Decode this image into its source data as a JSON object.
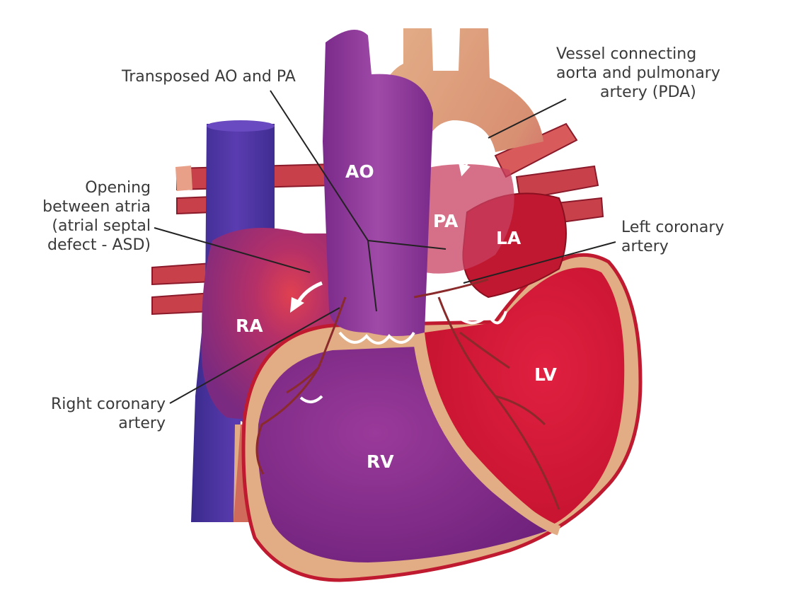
{
  "labels": {
    "transposed": "Transposed AO and PA",
    "vessel_line1": "Vessel connecting",
    "vessel_line2": "aorta and pulmonary",
    "vessel_line3": "artery (PDA)",
    "opening_line1": "Opening",
    "opening_line2": "between atria",
    "opening_line3": "(atrial septal",
    "opening_line4": "defect - ASD)",
    "left_cor_line1": "Left coronary",
    "left_cor_line2": "artery",
    "right_cor_line1": "Right coronary",
    "right_cor_line2": "artery"
  },
  "chambers": {
    "ao": "AO",
    "pa": "PA",
    "la": "LA",
    "ra": "RA",
    "lv": "LV",
    "rv": "RV"
  },
  "colors": {
    "myocardium": "#e2ad85",
    "oxygenated": "#d4183a",
    "deoxygenated": "#86287f",
    "vena_cava": "#4a2e9e",
    "leader": "#222222"
  }
}
